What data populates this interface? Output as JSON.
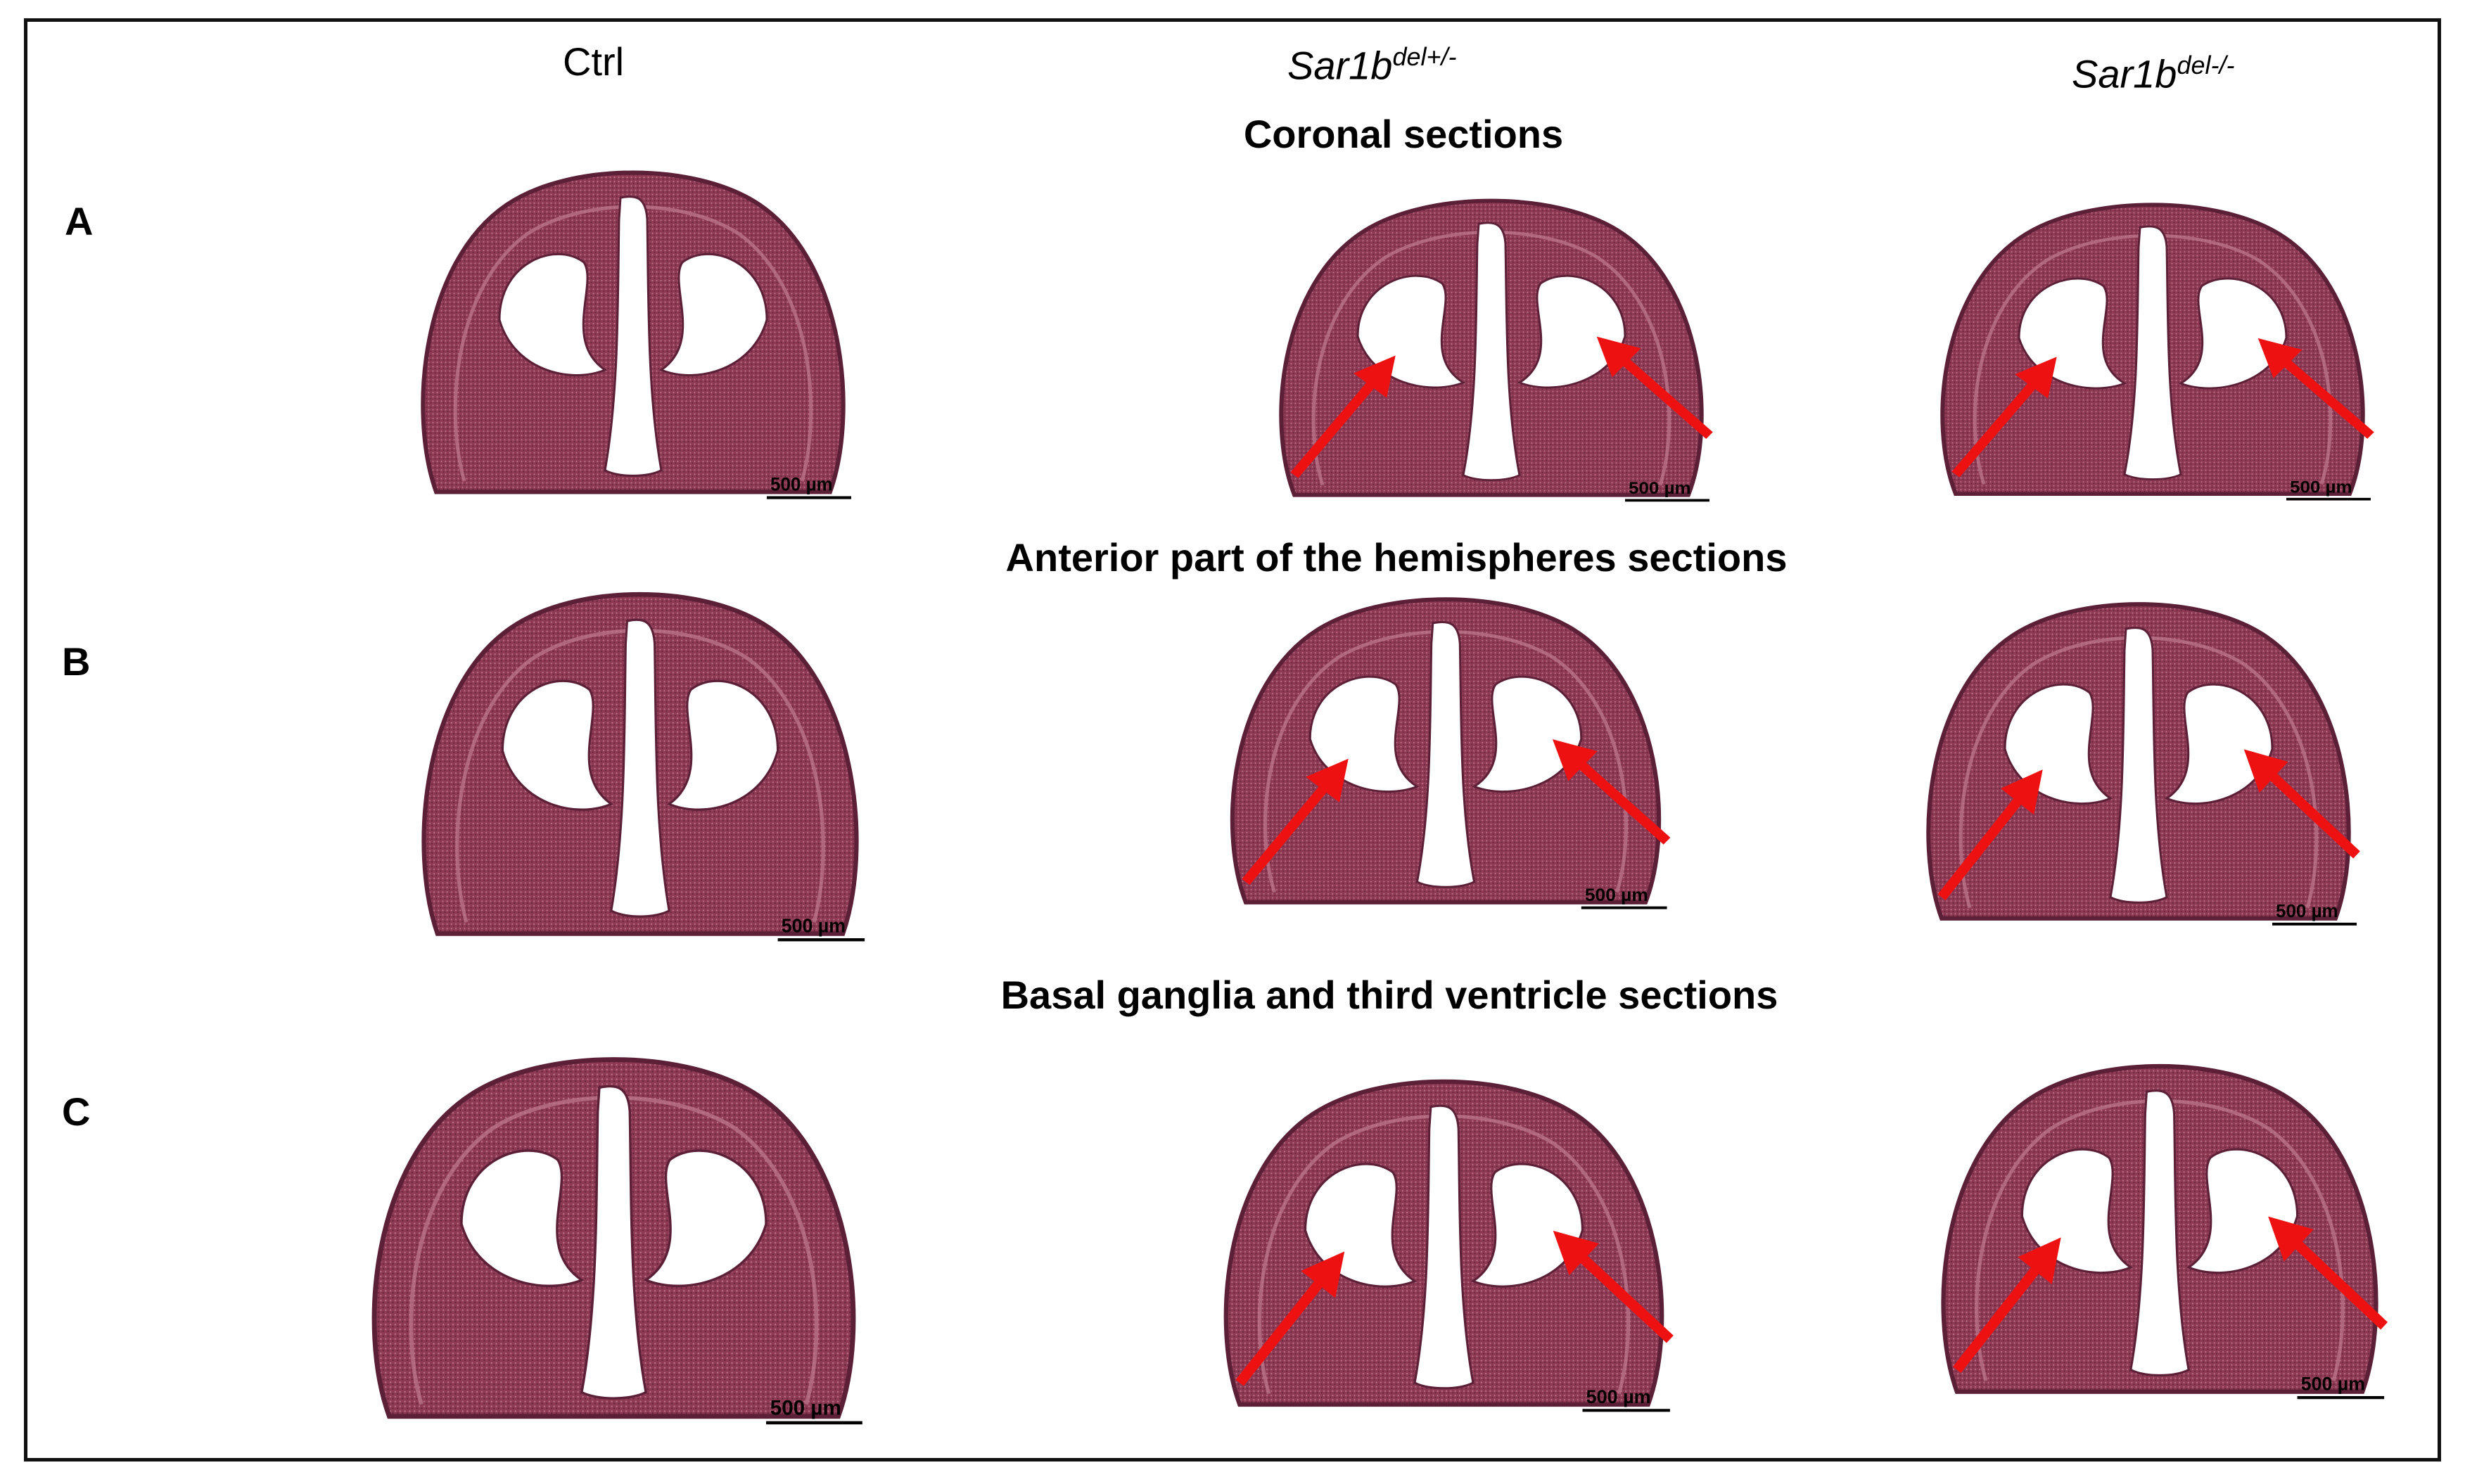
{
  "columns": [
    {
      "name": "Ctrl"
    },
    {
      "gene": "Sar1b",
      "superscript": "del+/-"
    },
    {
      "gene": "Sar1b",
      "superscript": "del-/-"
    }
  ],
  "sections": {
    "A": "Coronal sections",
    "B": "Anterior part of the hemispheres sections",
    "C": "Basal ganglia and third ventricle sections"
  },
  "row_labels": [
    "A",
    "B",
    "C"
  ],
  "scale_bar": "500 µm",
  "colors": {
    "tissue": "#8e3a55",
    "tissue_dark": "#5b1f36",
    "tissue_light": "#c07a90",
    "arrow": "#ee1111",
    "border": "#111111"
  },
  "arrow_note": "red arrows mark enlarged lateral ventricles"
}
